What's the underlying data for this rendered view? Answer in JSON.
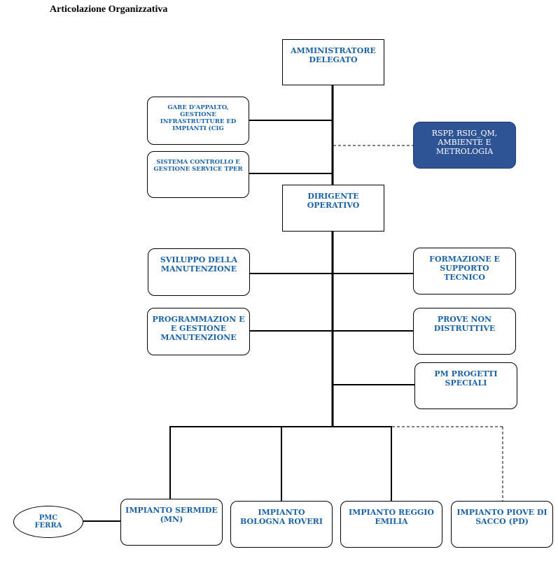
{
  "header": {
    "title": "Articolazione Organizzativa"
  },
  "nodes": {
    "amministratore": "AMMINISTRATORE DELEGATO",
    "gare": "GARE D'APPALTO, GESTIONE INFRASTRUTTURE ED IMPIANTI (CIG",
    "sistema": "SISTEMA CONTROLLO E GESTIONE SERVICE TPER",
    "rspp": "RSPP, RSIG_QM, AMBIENTE E METROLOGIA",
    "dirigente": "DIRIGENTE OPERATIVO",
    "sviluppo": "SVILUPPO DELLA MANUTENZIONE",
    "formazione": "FORMAZIONE E SUPPORTO TECNICO",
    "programmazione": "PROGRAMMAZION E E GESTIONE MANUTENZIONE",
    "prove": "PROVE NON DISTRUTTIVE",
    "pm_progetti": "PM PROGETTI SPECIALI",
    "sermide": "IMPIANTO SERMIDE (MN)",
    "bologna": "IMPIANTO BOLOGNA ROVERI",
    "reggio": "IMPIANTO REGGIO EMILIA",
    "piove": "IMPIANTO PIOVE DI SACCO (PD)",
    "pmc": "PMC FERRA"
  },
  "colors": {
    "text_blue": "#1a63a8",
    "dark_box": "#2e5496"
  }
}
